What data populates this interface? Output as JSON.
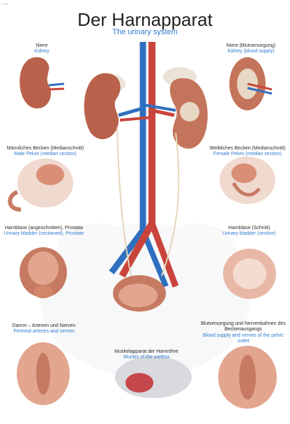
{
  "corner_mark": "L-14",
  "title": "Der Harnapparat",
  "subtitle": "The urinary system",
  "sections": {
    "kidney": {
      "de": "Niere",
      "en": "Kidney"
    },
    "kidney_blood": {
      "de": "Niere (Blutversorgung)",
      "en": "Kidney (blood supply)"
    },
    "male_pelvis": {
      "de": "Männliches Becken (Medianschnitt)",
      "en": "Male Pelvis (median section)"
    },
    "female_pelvis": {
      "de": "Weibliches Becken (Medianschnitt)",
      "en": "Female Pelvis (median section)"
    },
    "bladder_prostate": {
      "de": "Harnblase (angeschnitten), Prostata",
      "en": "Urinary bladder (sectioned), Prostate"
    },
    "bladder_section": {
      "de": "Harnblase (Schnitt)",
      "en": "Urinary bladder (section)"
    },
    "perineal": {
      "de": "Damm – Arterien und Nerven",
      "en": "Perineal arteries and nerves"
    },
    "urethra": {
      "de": "Muskelapparat der Harnröhre",
      "en": "Mucles of the urethra"
    },
    "pelvic_outlet": {
      "de": "Blutversorgung und Nervenbahnen des Beckenausgangs",
      "en": "Blood supply and nerves of the pelvic outlet"
    }
  },
  "colors": {
    "artery": "#c9443c",
    "vein": "#2f6fc0",
    "organ": "#b8614a",
    "organ_light": "#d98f76",
    "accent_text": "#2f7bd0"
  }
}
